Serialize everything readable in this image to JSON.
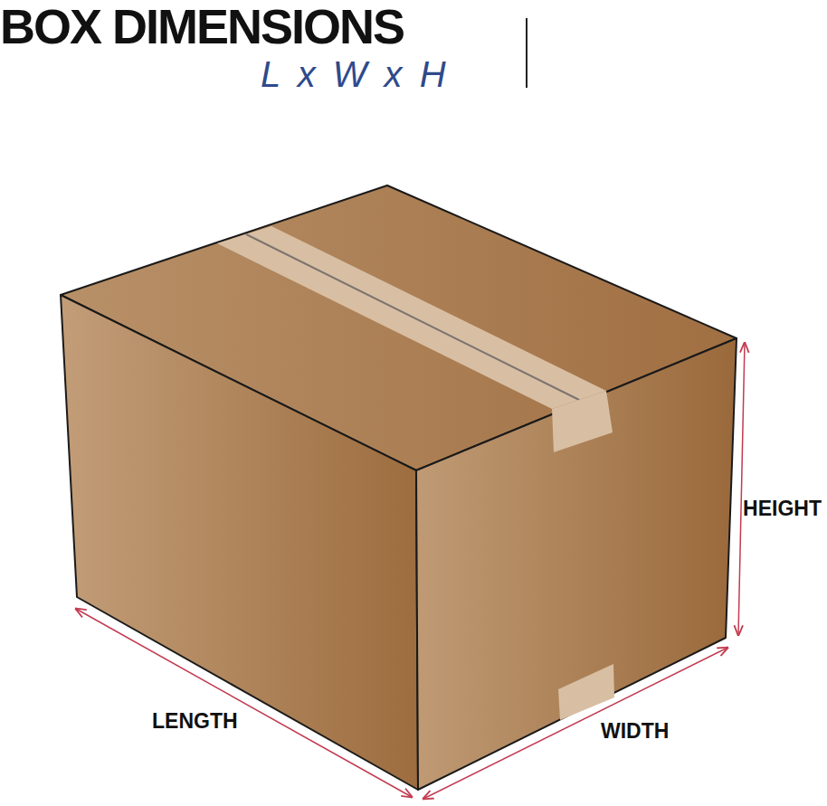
{
  "diagram": {
    "title": "BOX DIMENSIONS",
    "labels": [
      "L x W x H",
      "LENGTH",
      "WIDTH",
      "HEIGHT"
    ]
  }
}
